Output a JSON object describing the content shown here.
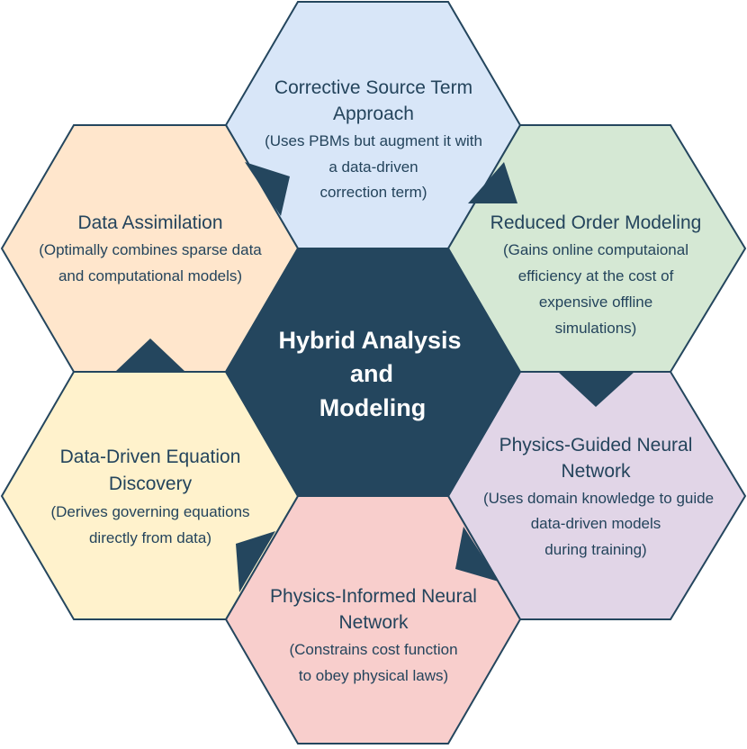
{
  "colors": {
    "center_fill": "#24465e",
    "stroke": "#24465e",
    "top_fill": "#d8e6f8",
    "upper_right_fill": "#d5e8d4",
    "lower_right_fill": "#e1d5e7",
    "bottom_fill": "#f8cecc",
    "lower_left_fill": "#fff2cc",
    "upper_left_fill": "#ffe6cc"
  },
  "center": {
    "lines": [
      "Hybrid Analysis",
      "and",
      "Modeling"
    ]
  },
  "hexagons": [
    {
      "id": "corrective-source-term",
      "fill_key": "top_fill",
      "title_lines": [
        "Corrective Source Term",
        "Approach"
      ],
      "desc_lines": [
        "(Uses PBMs but augment it with",
        "a data-driven",
        "correction term)"
      ]
    },
    {
      "id": "reduced-order-modeling",
      "fill_key": "upper_right_fill",
      "title_lines": [
        "Reduced Order Modeling"
      ],
      "desc_lines": [
        "(Gains online computaional",
        "efficiency at the cost of",
        "expensive offline",
        "simulations)"
      ]
    },
    {
      "id": "physics-guided-nn",
      "fill_key": "lower_right_fill",
      "title_lines": [
        "Physics-Guided Neural",
        "Network"
      ],
      "desc_lines": [
        "(Uses domain knowledge to guide",
        "data-driven models",
        "during training)"
      ]
    },
    {
      "id": "physics-informed-nn",
      "fill_key": "bottom_fill",
      "title_lines": [
        "Physics-Informed Neural",
        "Network"
      ],
      "desc_lines": [
        "(Constrains cost function",
        "to obey physical laws)"
      ]
    },
    {
      "id": "equation-discovery",
      "fill_key": "lower_left_fill",
      "title_lines": [
        "Data-Driven Equation",
        "Discovery"
      ],
      "desc_lines": [
        "(Derives governing equations",
        "directly from data)"
      ]
    },
    {
      "id": "data-assimilation",
      "fill_key": "upper_left_fill",
      "title_lines": [
        "Data Assimilation"
      ],
      "desc_lines": [
        "(Optimally combines sparse data",
        "and computational models)"
      ]
    }
  ]
}
